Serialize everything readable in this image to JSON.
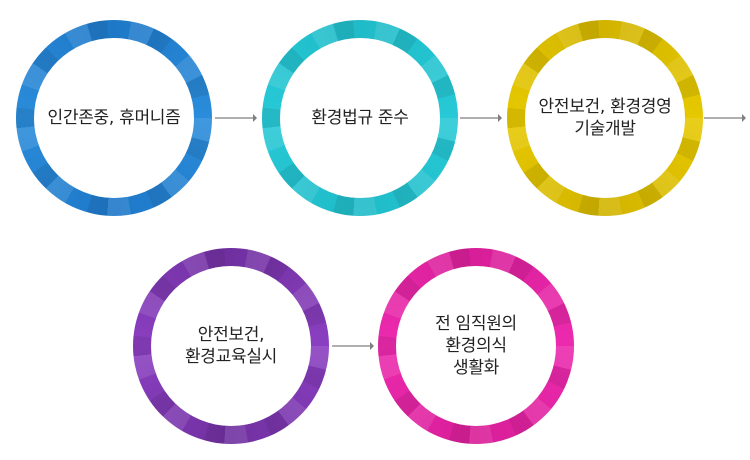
{
  "steps": [
    {
      "id": "humanism",
      "label": "인간존중, 휴머니즘",
      "color": "#1E78C8",
      "color2": "#2A8CDA"
    },
    {
      "id": "compliance",
      "label": "환경법규 준수",
      "color": "#1FBBC8",
      "color2": "#27C9D6"
    },
    {
      "id": "technology",
      "label": "안전보건, 환경경영\n기술개발",
      "color": "#D2B400",
      "color2": "#E6C800"
    },
    {
      "id": "education",
      "label": "안전보건,\n환경교육실시",
      "color": "#7030A0",
      "color2": "#8A3FC0"
    },
    {
      "id": "culture",
      "label": "전 임직원의\n환경의식\n생활화",
      "color": "#D81E98",
      "color2": "#EC2AAE"
    }
  ],
  "arrow_color": "#7F7F7F"
}
